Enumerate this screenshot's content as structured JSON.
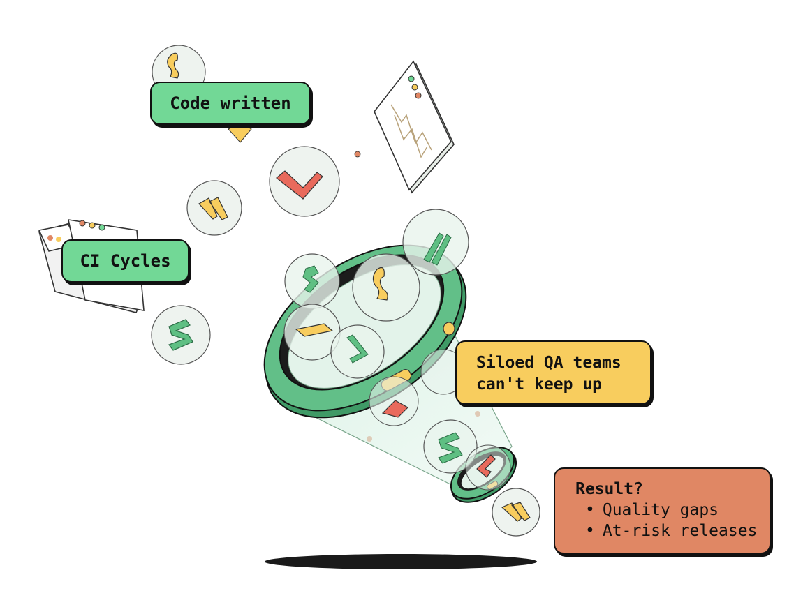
{
  "labels": {
    "code_written": "Code written",
    "ci_cycles": "CI Cycles",
    "qa_line1": "Siloed QA teams",
    "qa_line2": "can't keep up",
    "result_title": "Result?",
    "result_items": [
      "Quality gaps",
      "At-risk releases"
    ]
  },
  "colors": {
    "green_label": "#72d896",
    "yellow_label": "#f8cd5e",
    "orange_label": "#e08764",
    "funnel_green": "#3f9a66",
    "funnel_light": "#7fce9c",
    "outline": "#111111"
  },
  "icons": [
    "code-block-icon",
    "check-icon",
    "browser-window-icon",
    "chart-panel-icon",
    "bubble-icon",
    "funnel-icon",
    "shadow-icon"
  ]
}
